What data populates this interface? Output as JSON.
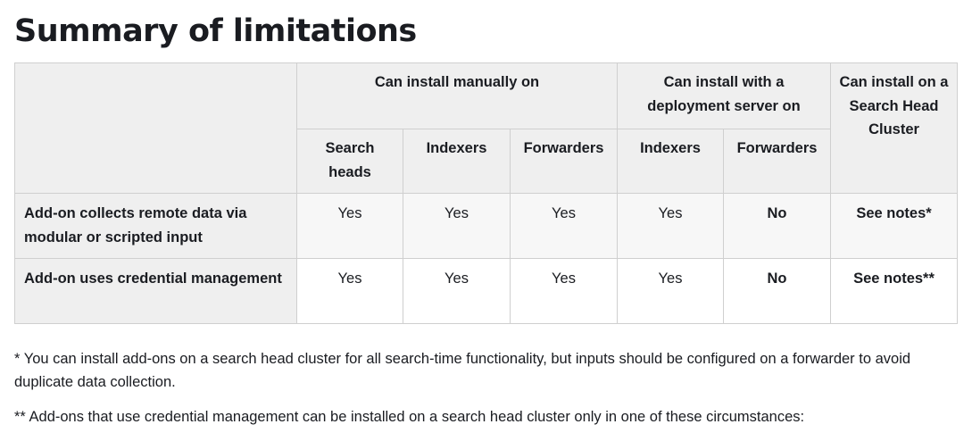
{
  "title": "Summary of limitations",
  "table": {
    "groups": {
      "manual": "Can install manually on",
      "deployment": "Can install with a deployment server on",
      "shc": "Can install on a Search Head Cluster"
    },
    "subheaders": [
      "Search heads",
      "Indexers",
      "Forwarders",
      "Indexers",
      "Forwarders"
    ],
    "rows": [
      {
        "label": "Add-on collects remote data via modular or scripted input",
        "cells": [
          "Yes",
          "Yes",
          "Yes",
          "Yes",
          "No",
          "See notes*"
        ]
      },
      {
        "label": "Add-on uses credential management",
        "cells": [
          "Yes",
          "Yes",
          "Yes",
          "Yes",
          "No",
          "See notes**"
        ]
      }
    ]
  },
  "notes": {
    "note1": "* You can install add-ons on a search head cluster for all search-time functionality, but inputs should be configured on a forwarder to avoid duplicate data collection.",
    "note2": "** Add-ons that use credential management can be installed on a search head cluster only in one of these circumstances:"
  }
}
